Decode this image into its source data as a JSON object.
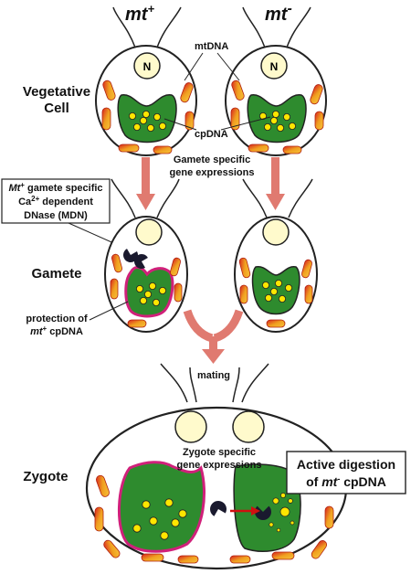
{
  "header": {
    "mt_plus": "mt",
    "mt_plus_sign": "+",
    "mt_minus": "mt",
    "mt_minus_sign": "-"
  },
  "labels": {
    "vegetative_l1": "Vegetative",
    "vegetative_l2": "Cell",
    "gamete": "Gamete",
    "zygote": "Zygote",
    "nucleus": "N",
    "mtdna": "mtDNA",
    "cpdna": "cpDNA",
    "gamete_expr_l1": "Gamete specific",
    "gamete_expr_l2": "gene expressions",
    "mating": "mating",
    "zygote_expr_l1": "Zygote specific",
    "zygote_expr_l2": "gene expressions"
  },
  "mdn_box": {
    "line1_a": "Mt",
    "line1_sup": "+",
    "line1_b": " gamete specific",
    "line2_a": "Ca",
    "line2_sup": "2+",
    "line2_b": " dependent",
    "line3": "DNase (MDN)"
  },
  "protection": {
    "line1": "protection of",
    "line2_a": "mt",
    "line2_sup": "+",
    "line2_b": " cpDNA"
  },
  "digestion_box": {
    "line1": "Active digestion",
    "line2_a": "of ",
    "line2_b": "mt",
    "line2_sup": "-",
    "line2_c": " cpDNA"
  },
  "colors": {
    "chloroplast": "#2e8b2e",
    "dna": "#ffe600",
    "mito_orange": "#f0a020",
    "mito_red": "#d82020",
    "protect_outline": "#d0207a",
    "arrow_pink": "#e07a70",
    "digest_arrow": "#d01010",
    "nucleus_fill": "#fffacc",
    "mdn": "#1a1a2e"
  }
}
